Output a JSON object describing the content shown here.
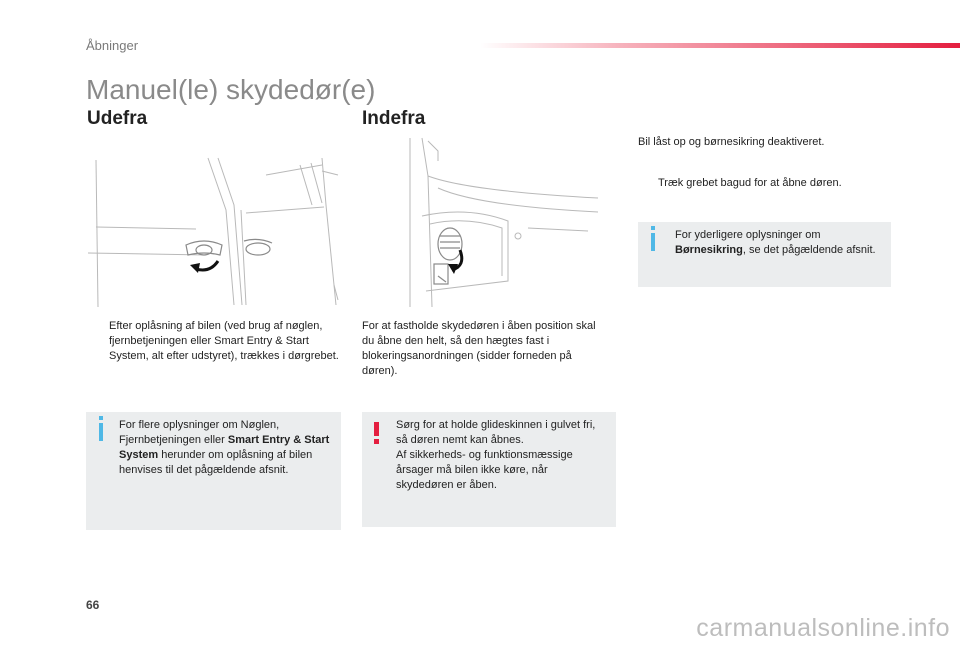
{
  "header": {
    "section_label": "Åbninger",
    "accent_color": "#e41e3f"
  },
  "title": "Manuel(le) skydedør(e)",
  "udefra": {
    "heading": "Udefra",
    "bullet_symbol": "",
    "instruction": "Efter oplåsning af bilen (ved brug af nøglen, fjernbetjeningen eller Smart Entry & Start System, alt efter udstyret), trækkes i dørgrebet.",
    "info": {
      "text_before": "For flere oplysninger om Nøglen, Fjernbetjeningen eller ",
      "bold": "Smart Entry & Start System",
      "text_after": " herunder om oplåsning af bilen henvises til det pågældende afsnit."
    }
  },
  "indefra": {
    "heading": "Indefra",
    "description": "For at fastholde skydedøren i åben position skal du åbne den helt, så den hægtes fast i blokeringsanordningen (sidder forneden på døren).",
    "warning": "Sørg for at holde glideskinnen i gulvet fri, så døren nemt kan åbnes.\nAf sikkerheds- og funktionsmæssige årsager må bilen ikke køre, når skydedøren er åben."
  },
  "right_column": {
    "status": "Bil låst op og børnesikring deaktiveret.",
    "bullet_symbol": "",
    "instruction": "Træk grebet bagud for at åbne døren.",
    "info": {
      "text_before": "For yderligere oplysninger om ",
      "bold": "Børnesikring",
      "text_after": ", se det pågældende afsnit."
    }
  },
  "colors": {
    "info_icon": "#4fb8e6",
    "warning_icon": "#e41e3f",
    "box_background": "#ebedee"
  },
  "page_number": "66",
  "watermark": "carmanualsonline.info"
}
